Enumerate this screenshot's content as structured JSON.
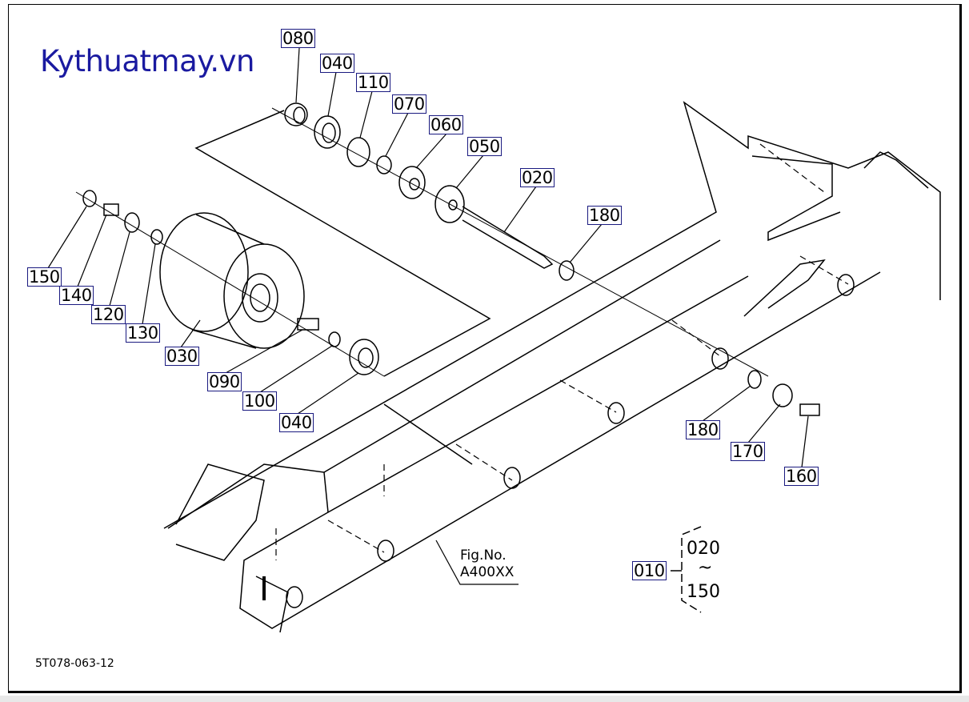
{
  "brand": "Kythuatmay.vn",
  "diagram_code": "5T078-063-12",
  "figure": {
    "label": "Fig.No.",
    "number": "A400XX"
  },
  "assembly": {
    "part": "010",
    "range_from": "020",
    "range_sep": "~",
    "range_to": "150"
  },
  "callouts": [
    "080",
    "040",
    "110",
    "070",
    "060",
    "050",
    "020",
    "180",
    "150",
    "140",
    "120",
    "130",
    "030",
    "090",
    "100",
    "040",
    "180",
    "170",
    "160"
  ]
}
